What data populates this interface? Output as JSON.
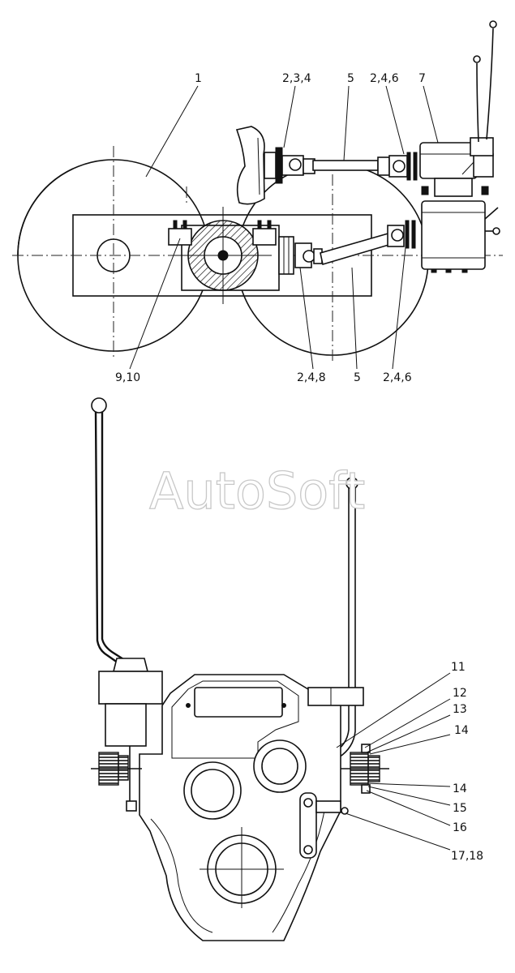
{
  "watermark": "AutoSoft",
  "labels": {
    "l1": "1",
    "l234": "2,3,4",
    "l5top": "5",
    "l246top": "2,4,6",
    "l7": "7",
    "l910": "9,10",
    "l248": "2,4,8",
    "l5bot": "5",
    "l246bot": "2,4,6",
    "l11": "11",
    "l12": "12",
    "l13": "13",
    "l14a": "14",
    "l14b": "14",
    "l15": "15",
    "l16": "16",
    "l1718": "17,18"
  }
}
